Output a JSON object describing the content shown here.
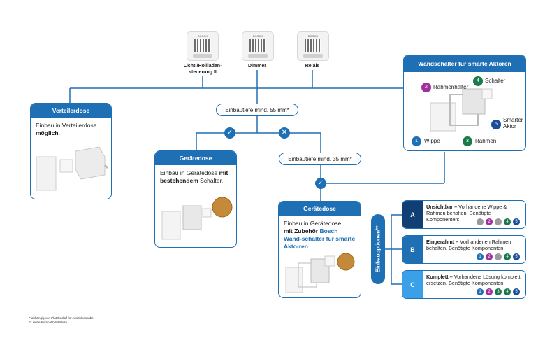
{
  "colors": {
    "accent": "#1f6fb5",
    "light_blue": "#3aa0e8",
    "mid_blue": "#1f6fb5",
    "dark_blue": "#123f73",
    "purple": "#a0309a",
    "green": "#1a7a4a",
    "navy": "#1a4e9a",
    "grey": "#9a9a9a"
  },
  "devices": [
    {
      "brand": "BOSCH",
      "label": "Licht-/Rollladen-\nsteuerung II"
    },
    {
      "brand": "BOSCH",
      "label": "Dimmer"
    },
    {
      "brand": "BOSCH",
      "label": "Relais"
    }
  ],
  "pills": {
    "depth55": "Einbautiefe mind. 55 mm*",
    "depth35": "Einbautiefe mind. 35 mm*"
  },
  "verteilerdose": {
    "title": "Verteilerdose",
    "text": "Einbau in Verteilerdose",
    "bold": "möglich",
    "tail": "."
  },
  "geraetedose1": {
    "title": "Gerätedose",
    "text": "Einbau in Gerätedose",
    "bold1": "mit bestehendem",
    "tail": "Schalter."
  },
  "geraetedose2": {
    "title": "Gerätedose",
    "text": "Einbau in Gerätedose",
    "bold1": "mit Zubehör",
    "brand": "Bosch Wand-schalter für smarte Akto-ren",
    "tail": "."
  },
  "wandschalter": {
    "title": "Wandschalter für smarte Aktoren",
    "parts": [
      {
        "num": "1",
        "label": "Wippe"
      },
      {
        "num": "2",
        "label": "Rahmenhalter"
      },
      {
        "num": "3",
        "label": "Rahmen"
      },
      {
        "num": "4",
        "label": "Schalter"
      },
      {
        "num": "5",
        "label": "Smarter Aktor"
      }
    ]
  },
  "einbauoptionen": {
    "tab": "Einbauoptionen**",
    "options": [
      {
        "letter": "A",
        "title": "Unsichtbar –",
        "text": "Vorhandene Wippe & Rahmen behalten. Benötigte Komponenten:",
        "dots": [
          "1",
          "2",
          "3",
          "4",
          "5"
        ]
      },
      {
        "letter": "B",
        "title": "Eingerahmt –",
        "text": "Vorhandenen Rahmen behalten. Benötigte Komponenten:",
        "dots": [
          "1",
          "2",
          "4",
          "5"
        ]
      },
      {
        "letter": "C",
        "title": "Komplett –",
        "text": "Vorhandene Lösung komplett ersetzen. Benötigte Komponenten:",
        "dots": [
          "1",
          "2",
          "3",
          "4",
          "5"
        ]
      }
    ]
  },
  "footnotes": [
    "* abhängig von Platzbedarf für Anschlusskabel",
    "** siehe Kompatibilitätsliste"
  ]
}
